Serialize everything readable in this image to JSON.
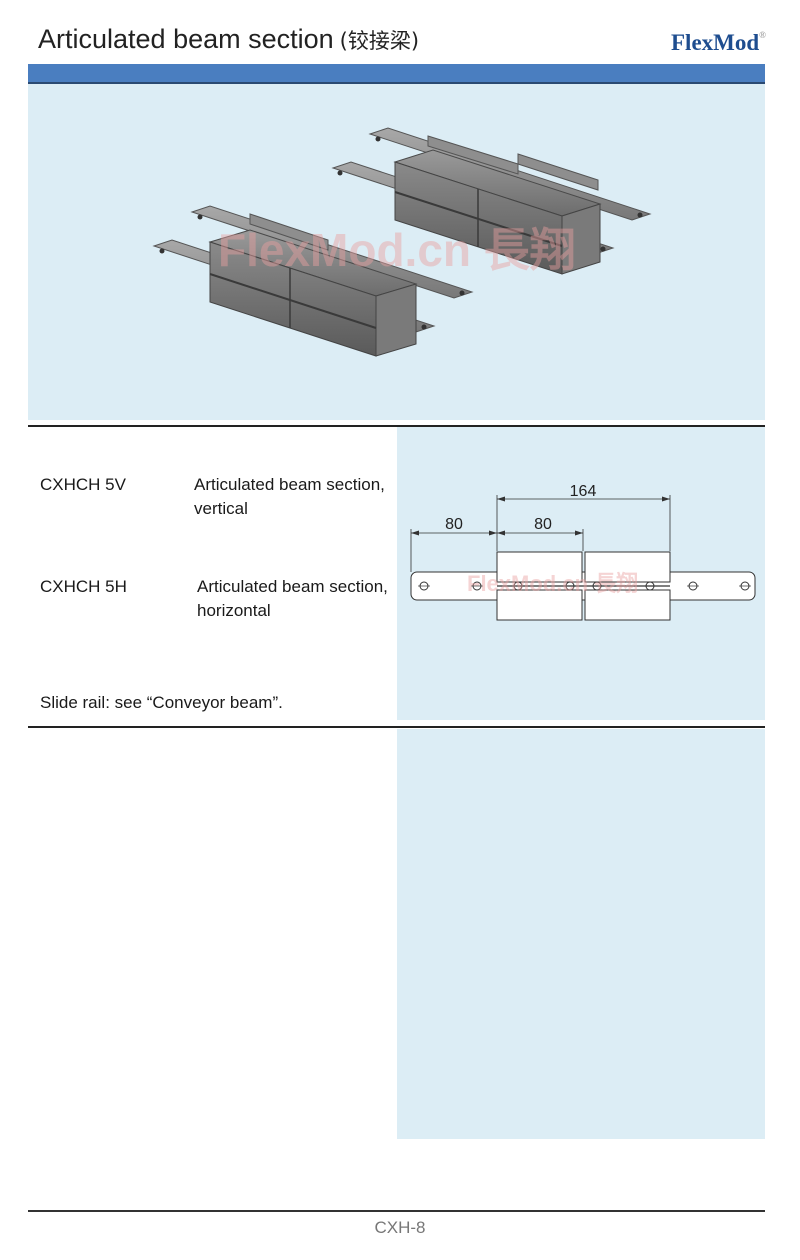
{
  "header": {
    "title": "Articulated beam section",
    "title_cn": "(铰接梁)",
    "brand": "FlexMod",
    "brand_mark": "®"
  },
  "watermark": "FlexMod.cn 長翔",
  "products": [
    {
      "code": "CXHCH 5V",
      "description": "Articulated beam section, vertical"
    },
    {
      "code": "CXHCH 5H",
      "description": "Articulated beam section, horizontal"
    }
  ],
  "note": "Slide rail: see “Conveyor beam”.",
  "drawing": {
    "dim_total": "164",
    "dim_left": "80",
    "dim_mid": "80"
  },
  "footer": {
    "page": "CXH-8"
  },
  "colors": {
    "header_bar": "#4a7ec0",
    "panel": "#dcedf5",
    "brand": "#1e4d8f"
  }
}
